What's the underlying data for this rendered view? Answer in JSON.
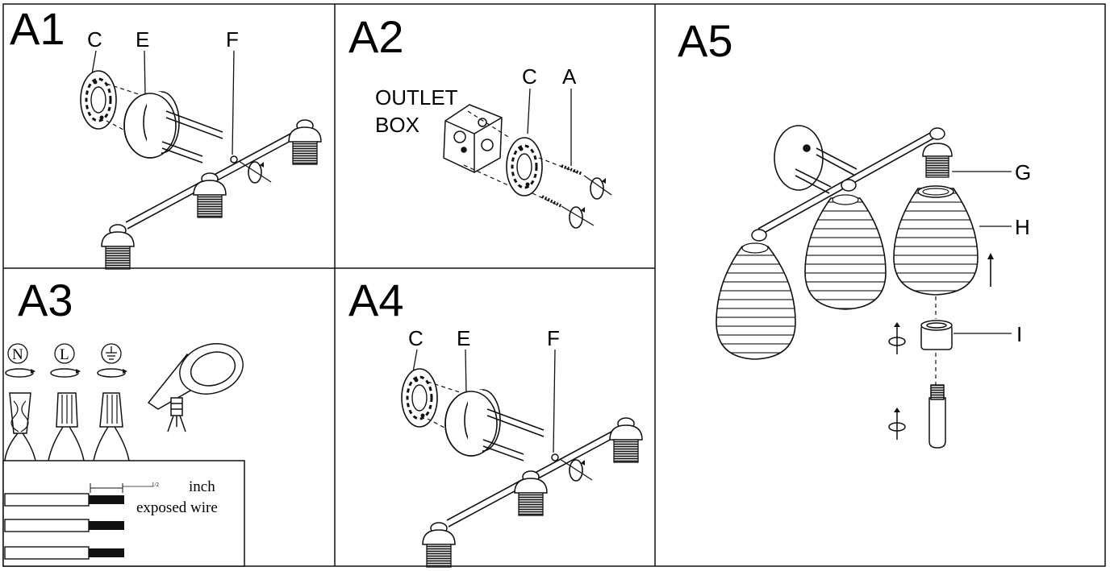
{
  "steps": {
    "a1": {
      "title": "A1",
      "labels": [
        "C",
        "E",
        "F"
      ]
    },
    "a2": {
      "title": "A2",
      "outlet_line1": "OUTLET",
      "outlet_line2": "BOX",
      "labels": [
        "C",
        "A"
      ]
    },
    "a3": {
      "title": "A3",
      "wire_symbols": [
        "N",
        "L"
      ],
      "strip_fraction": "1/2",
      "strip_unit": "inch",
      "strip_caption": "exposed wire"
    },
    "a4": {
      "title": "A4",
      "labels": [
        "C",
        "E",
        "F"
      ]
    },
    "a5": {
      "title": "A5",
      "labels": [
        "G",
        "H",
        "I"
      ]
    }
  },
  "icons": [
    "rotate-arrow-icon",
    "ground-symbol-icon",
    "up-arrow-icon",
    "electrical-tape-icon",
    "wire-nut-icon"
  ],
  "colors": {
    "line": "#111111",
    "background": "#ffffff"
  }
}
